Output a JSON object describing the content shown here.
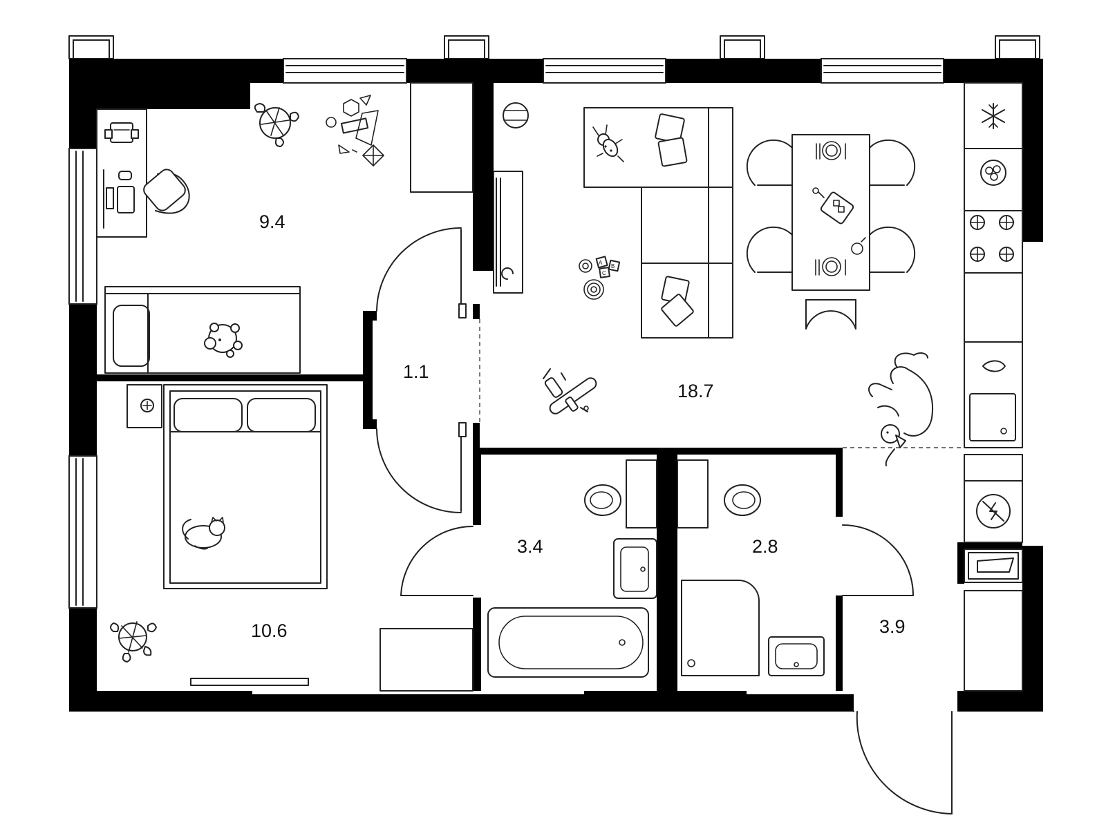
{
  "plan": {
    "rooms": [
      {
        "id": "children-room",
        "area_label": "9.4"
      },
      {
        "id": "hallway",
        "area_label": "1.1"
      },
      {
        "id": "living-kitchen",
        "area_label": "18.7"
      },
      {
        "id": "bedroom",
        "area_label": "10.6"
      },
      {
        "id": "bathroom",
        "area_label": "3.4"
      },
      {
        "id": "toilet",
        "area_label": "2.8"
      },
      {
        "id": "entrance-hall",
        "area_label": "3.9"
      }
    ],
    "toy_block_letters": [
      "A",
      "B",
      "C"
    ],
    "icons": [
      "snowflake-icon",
      "washing-machine-icon",
      "electric-panel-icon"
    ]
  }
}
